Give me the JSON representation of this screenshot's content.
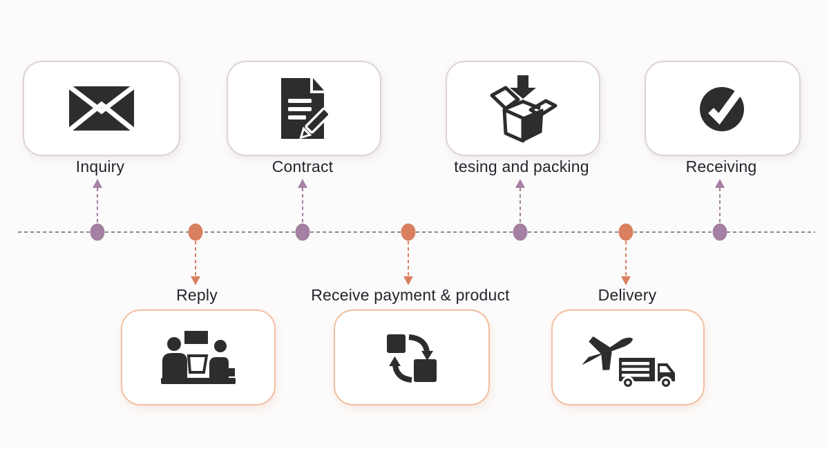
{
  "diagram": {
    "type": "process-timeline",
    "steps_top": [
      {
        "label": "Inquiry",
        "icon": "envelope-icon"
      },
      {
        "label": "Contract",
        "icon": "contract-document-icon"
      },
      {
        "label": "tesing and packing",
        "icon": "packing-box-icon"
      },
      {
        "label": "Receiving",
        "icon": "check-circle-icon"
      }
    ],
    "steps_bottom": [
      {
        "label": "Reply",
        "icon": "meeting-discussion-icon"
      },
      {
        "label": "Receive payment & product",
        "icon": "exchange-icon"
      },
      {
        "label": "Delivery",
        "icon": "plane-truck-icon"
      }
    ],
    "timeline": {
      "dot_sequence": [
        "purple",
        "orange",
        "purple",
        "orange",
        "purple",
        "orange",
        "purple"
      ]
    },
    "palette": {
      "purple_dot": "#a480a2",
      "orange_dot": "#d8805f",
      "timeline_line": "#8d8292",
      "top_card_border": "#ddd0da",
      "bottom_card_border": "#f3bda1",
      "icon_color": "#2e2d2d",
      "label_text": "#25242e",
      "background": "#fcfbfb"
    }
  }
}
